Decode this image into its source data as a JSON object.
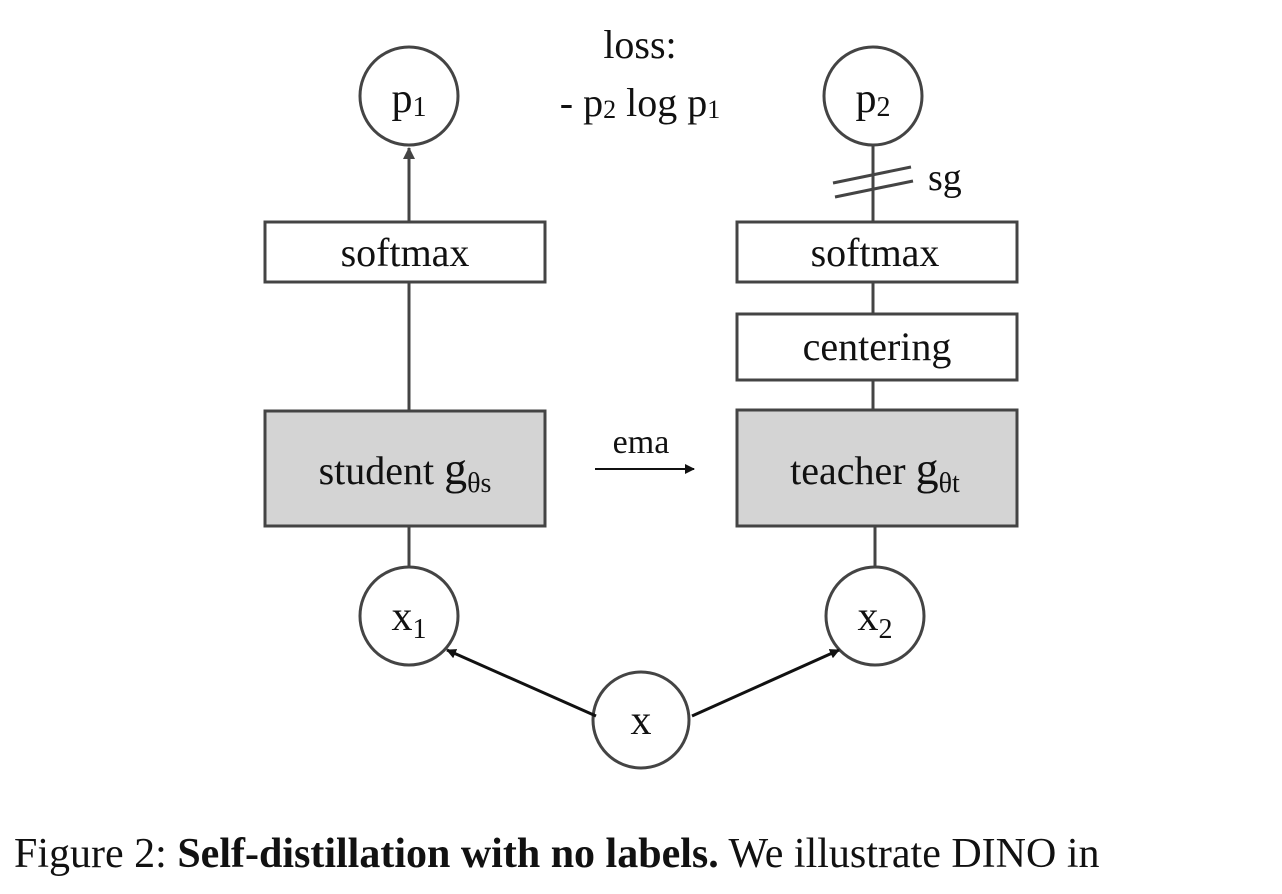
{
  "diagram": {
    "loss_label": "loss:",
    "loss_minus": "- ",
    "loss_p": "p",
    "loss_p2_sub": "2",
    "loss_log": " log p",
    "loss_p1_sub": "1",
    "p1_base": "p",
    "p1_sub": "1",
    "p2_base": "p",
    "p2_sub": "2",
    "x1_base": "x",
    "x1_sub": "1",
    "x2_base": "x",
    "x2_sub": "2",
    "x_label": "x",
    "sg_label": "sg",
    "student_softmax": "softmax",
    "teacher_softmax": "softmax",
    "centering": "centering",
    "student_word": "student ",
    "student_g": "g",
    "student_sub": "θs",
    "teacher_word": "teacher ",
    "teacher_g": "g",
    "teacher_sub": "θt",
    "ema_label": "ema",
    "colors": {
      "stroke": "#444444",
      "encoder_fill": "#d4d4d4",
      "text": "#111111"
    }
  },
  "caption": {
    "prefix": "Figure 2: ",
    "bold": "Self-distillation with no labels.",
    "rest": " We illustrate DINO in"
  }
}
